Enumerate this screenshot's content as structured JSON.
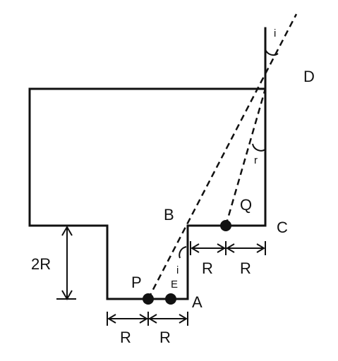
{
  "labels": {
    "D": "D",
    "B": "B",
    "C": "C",
    "Q": "Q",
    "P": "P",
    "A": "A",
    "E": "E",
    "i_top": "i",
    "i_bottom": "i",
    "r": "r",
    "dim_2R": "2R",
    "dim_R_right_1": "R",
    "dim_R_right_2": "R",
    "dim_R_bottom_1": "R",
    "dim_R_bottom_2": "R"
  },
  "colors": {
    "ink": "#111111",
    "background": "#ffffff"
  }
}
